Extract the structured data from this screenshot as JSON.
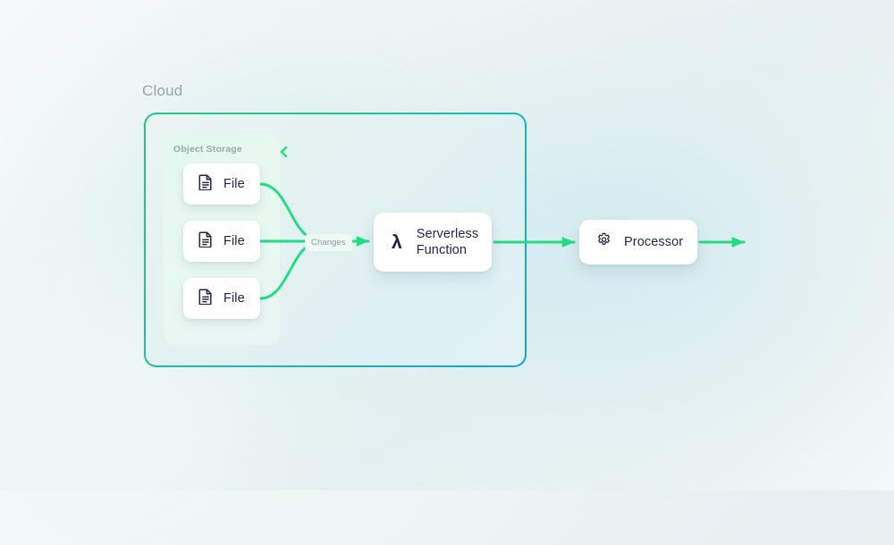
{
  "diagram": {
    "cloud_label": "Cloud",
    "object_storage": {
      "label": "Object Storage",
      "collapse_icon": "chevron-left-icon",
      "files": [
        {
          "label": "File",
          "icon": "file-document-icon"
        },
        {
          "label": "File",
          "icon": "file-document-icon"
        },
        {
          "label": "File",
          "icon": "file-document-icon"
        }
      ]
    },
    "edges": {
      "changes_label": "Changes"
    },
    "nodes": [
      {
        "id": "serverless-function",
        "title": "Serverless Function",
        "title_line1": "Serverless",
        "title_line2": "Function",
        "icon": "lambda-icon",
        "icon_glyph": "λ"
      },
      {
        "id": "processor",
        "title": "Processor",
        "icon": "gear-icon"
      }
    ],
    "colors": {
      "accent_green": "#22dd82",
      "cloud_border_start": "#22c77e",
      "cloud_border_end": "#0fa3e6",
      "text_dark": "#1f2544",
      "text_muted": "#97a3ae",
      "card_background": "#ffffff",
      "storage_panel": "#e8f9f1"
    }
  }
}
